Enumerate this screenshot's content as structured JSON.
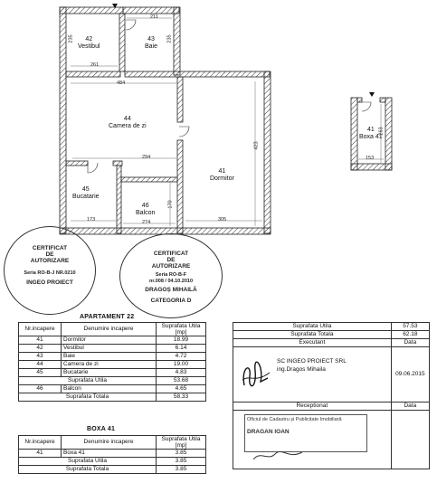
{
  "rooms": [
    {
      "number": "42",
      "name": "Vestibul"
    },
    {
      "number": "43",
      "name": "Baie"
    },
    {
      "number": "44",
      "name": "Camera de zi"
    },
    {
      "number": "41",
      "name": "Dormitor"
    },
    {
      "number": "45",
      "name": "Bucatarie"
    },
    {
      "number": "46",
      "name": "Balcon"
    }
  ],
  "dimensions": [
    "211",
    "235",
    "235",
    "261",
    "484",
    "294",
    "423",
    "173",
    "274",
    "305",
    "170",
    "153",
    "263"
  ],
  "box_room": {
    "number": "41",
    "name": "Boxa 41"
  },
  "stamps": {
    "left": {
      "line1": "CERTIFICAT",
      "line2": "DE",
      "line3": "AUTORIZARE",
      "line4": "Seria RO-B-J NR.0210",
      "line5": "INGEO PROIECT"
    },
    "center": {
      "line1": "CERTIFICAT",
      "line2": "DE",
      "line3": "AUTORIZARE",
      "line4": "Seria RO-B-F",
      "line5": "nr.008 / 04.10.2010",
      "line6": "DRAGOȘ MIHAILĂ",
      "line7": "CATEGORIA D"
    }
  },
  "apartment": {
    "title": "APARTAMENT 22",
    "headers": [
      "Nr.incapere",
      "Denumire incapere",
      "Suprafata Utila",
      "[mp]"
    ],
    "rows": [
      {
        "nr": "41",
        "name": "Dormitor",
        "area": "18.99"
      },
      {
        "nr": "42",
        "name": "Vestibul",
        "area": "6.14"
      },
      {
        "nr": "43",
        "name": "Baie",
        "area": "4.72"
      },
      {
        "nr": "44",
        "name": "Camera de zi",
        "area": "19.00"
      },
      {
        "nr": "45",
        "name": "Bucatarie",
        "area": "4.83"
      }
    ],
    "util_label": "Suprafata Utila",
    "util_value": "53.68",
    "balcon": {
      "nr": "46",
      "name": "Balcon",
      "area": "4.65"
    },
    "total_label": "Suprafata Totala",
    "total_value": "58.33"
  },
  "box": {
    "title": "BOXA 41",
    "headers": [
      "Nr.incapere",
      "Denumire incapere",
      "Suprafata Utila",
      "[mp]"
    ],
    "rows": [
      {
        "nr": "41",
        "name": "Boxa 41",
        "area": "3.85"
      }
    ],
    "util_label": "Suprafata Utila",
    "util_value": "3.85",
    "total_label": "Suprafata Totala",
    "total_value": "3.85"
  },
  "summary": {
    "util_label": "Suprafata Utila",
    "util_value": "57.53",
    "total_label": "Suprafata Totala",
    "total_value": "62.18",
    "executant_label": "Executant",
    "data_label": "Data",
    "company": "SC INGEO PROIECT SRL",
    "engineer": "ing.Dragos Mihaila",
    "date": "09.06.2015",
    "receptionat_label": "Receptionat",
    "data_label2": "Data",
    "receptionat_stamp_line1": "Oficiul de Cadastru și Publicitate Imobiliară",
    "receptionat_stamp_line2": "DRAGAN IOAN"
  }
}
